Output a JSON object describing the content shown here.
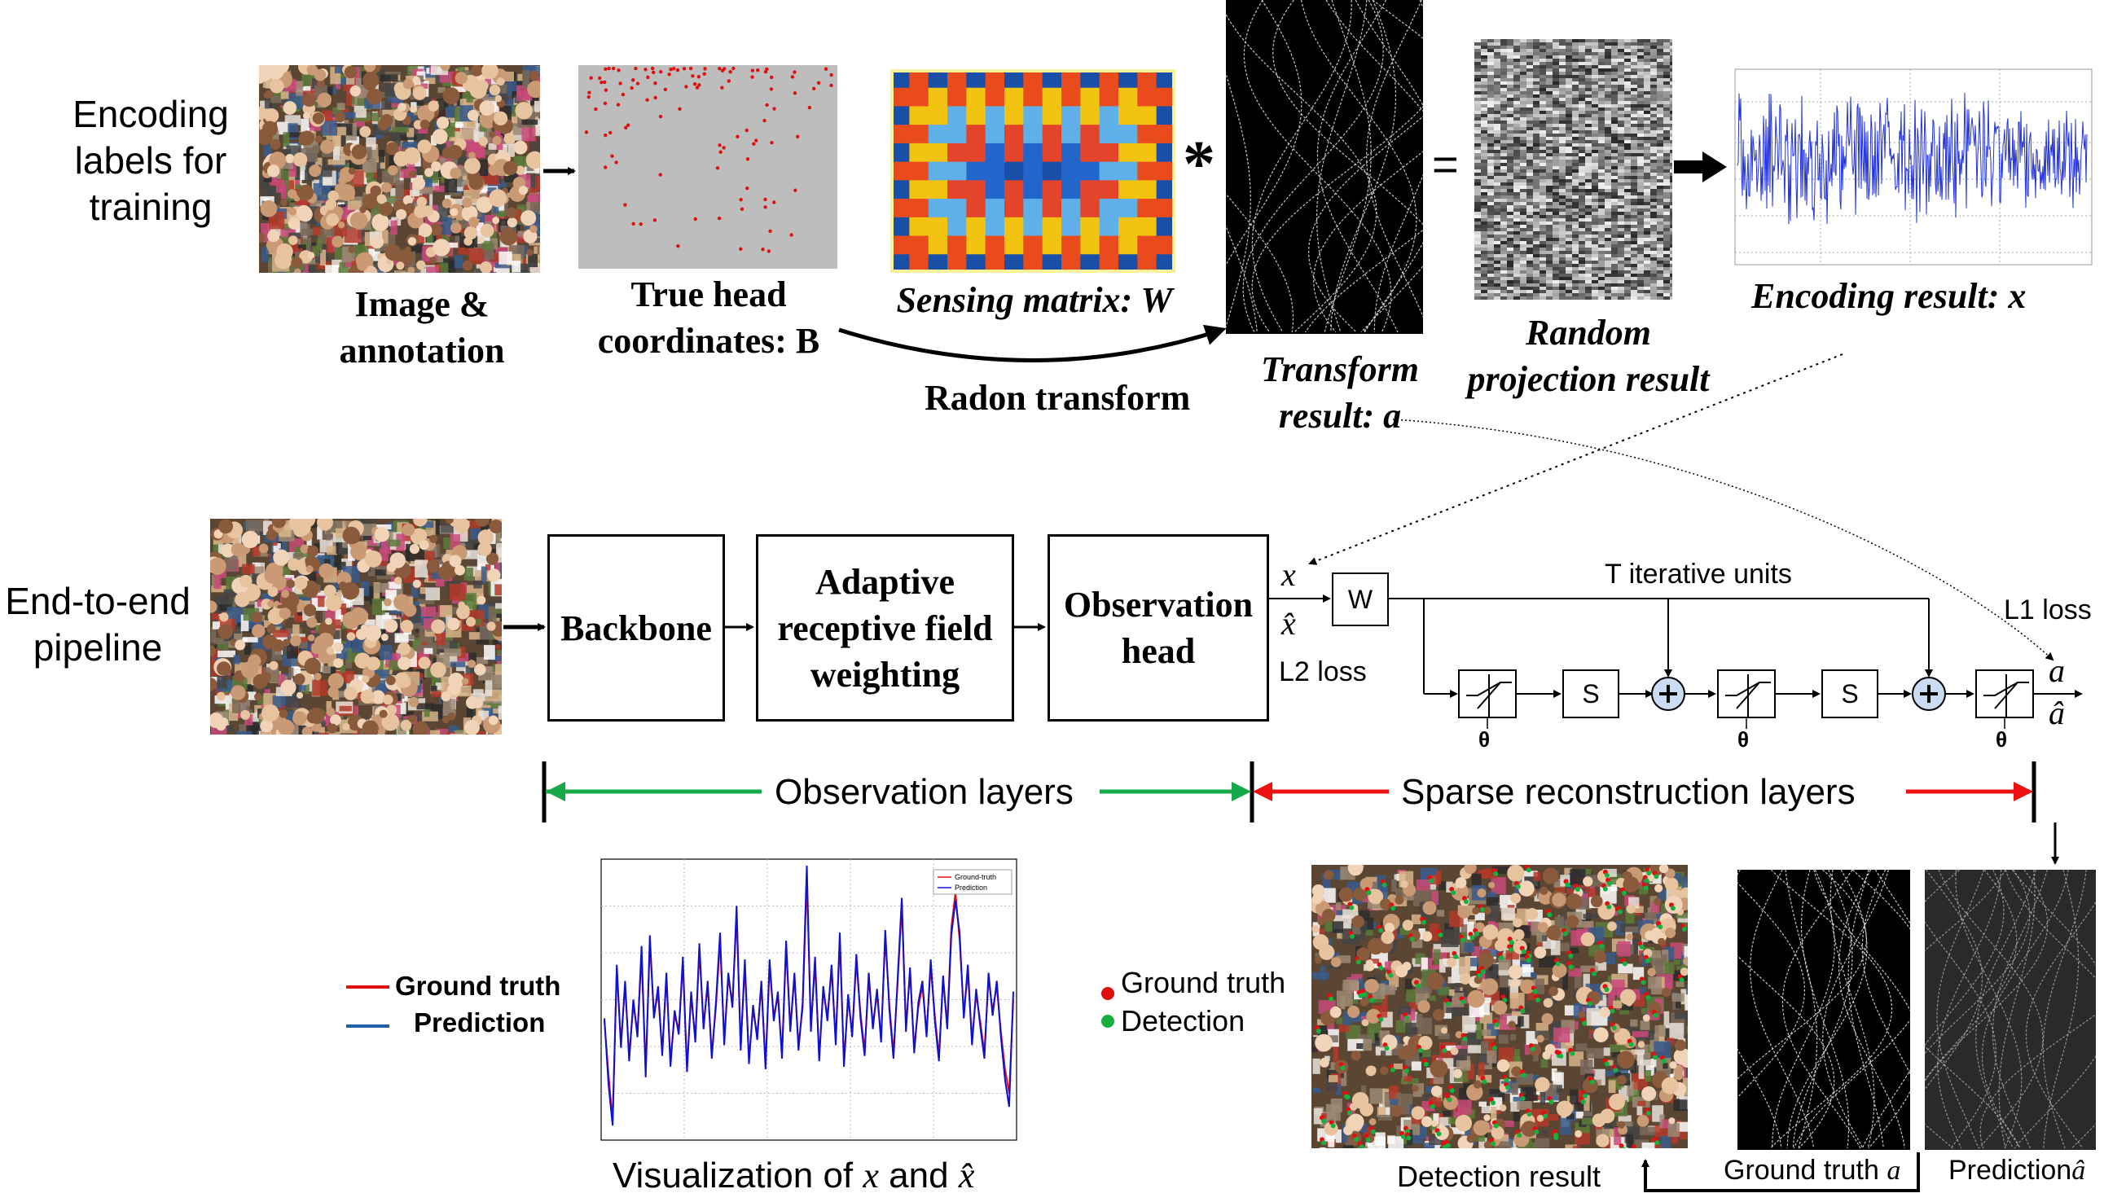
{
  "top": {
    "row_label": "Encoding labels for training",
    "image_caption": "Image & annotation",
    "head_caption": "True head coordinates: B",
    "sensing_caption": "Sensing matrix: W",
    "transform_caption": "Transform result: a",
    "projection_caption": "Random projection result",
    "encoding_caption": "Encoding result: x",
    "radon_label": "Radon transform",
    "star": "*",
    "equals": "="
  },
  "pipeline": {
    "row_label": "End-to-end pipeline",
    "backbone": "Backbone",
    "adaptive": "Adaptive receptive field weighting",
    "observation_head": "Observation head",
    "x_label": "x",
    "xhat_label": "x̂",
    "l2_loss": "L2 loss",
    "w_box": "W",
    "iterative_units": "T iterative units",
    "l1_loss": "L1 loss",
    "a_label": "a",
    "ahat_label": "â",
    "s_box_1": "S",
    "s_box_2": "S",
    "plus": "+",
    "theta_1": "θ",
    "theta_2": "θ",
    "theta_3": "θ",
    "observation_layers": "Observation layers",
    "sparse_layers": "Sparse reconstruction layers"
  },
  "bottom": {
    "legend_gt": "Ground truth",
    "legend_pred": "Prediction",
    "chart_legend_gt": "Ground-truth",
    "chart_legend_pred": "Prediction",
    "viz_caption_pre": "Visualization of",
    "viz_x": "x",
    "viz_and": "and",
    "viz_xhat": "x̂",
    "det_gt": "Ground truth",
    "det_detection": "Detection",
    "detection_caption": "Detection result",
    "gt_a_caption_pre": "Ground truth",
    "gt_a_symbol": "a",
    "pred_a_caption_pre": "Prediction",
    "pred_a_symbol": "â"
  },
  "colors": {
    "ground_truth": "#e01010",
    "prediction": "#1010d0",
    "legend_pred_line": "#1f5fa8",
    "green_arrow": "#16a94a",
    "red_arrow": "#ee1111",
    "plus_fill": "#c9dcf2",
    "encoding_signal": "#2233dd",
    "head_dot": "#dd1111",
    "head_bg": "#bdbdbd"
  },
  "chart_data": {
    "type": "line",
    "x": [
      1,
      2,
      3,
      4,
      5,
      6,
      7,
      8,
      9,
      10,
      11,
      12,
      13,
      14,
      15,
      16,
      17,
      18,
      19,
      20,
      21,
      22,
      23,
      24,
      25,
      26,
      27,
      28,
      29,
      30,
      31,
      32,
      33,
      34,
      35,
      36,
      37,
      38,
      39,
      40,
      41,
      42,
      43,
      44,
      45,
      46,
      47,
      48,
      49,
      50,
      51,
      52,
      53,
      54,
      55,
      56,
      57,
      58,
      59,
      60,
      61,
      62,
      63,
      64,
      65,
      66,
      67,
      68,
      69,
      70,
      71,
      72,
      73,
      74,
      75,
      76,
      77,
      78,
      79,
      80,
      81,
      82,
      83,
      84,
      85,
      86,
      87,
      88,
      89,
      90,
      91,
      92,
      93,
      94,
      95,
      96,
      97,
      98,
      99,
      100
    ],
    "series": [
      {
        "name": "Ground-truth",
        "values": [
          0.42,
          0.22,
          0.05,
          0.61,
          0.34,
          0.55,
          0.29,
          0.48,
          0.38,
          0.66,
          0.24,
          0.71,
          0.45,
          0.52,
          0.31,
          0.58,
          0.27,
          0.44,
          0.39,
          0.63,
          0.25,
          0.51,
          0.36,
          0.68,
          0.41,
          0.55,
          0.3,
          0.47,
          0.72,
          0.35,
          0.58,
          0.49,
          0.81,
          0.33,
          0.62,
          0.28,
          0.46,
          0.37,
          0.55,
          0.26,
          0.62,
          0.44,
          0.51,
          0.3,
          0.69,
          0.4,
          0.58,
          0.33,
          0.47,
          0.95,
          0.4,
          0.63,
          0.29,
          0.53,
          0.44,
          0.61,
          0.35,
          0.72,
          0.27,
          0.5,
          0.38,
          0.64,
          0.45,
          0.31,
          0.58,
          0.41,
          0.52,
          0.36,
          0.73,
          0.48,
          0.3,
          0.56,
          0.85,
          0.4,
          0.6,
          0.32,
          0.47,
          0.55,
          0.38,
          0.62,
          0.44,
          0.29,
          0.57,
          0.41,
          0.77,
          0.9,
          0.72,
          0.45,
          0.6,
          0.35,
          0.52,
          0.42,
          0.3,
          0.58,
          0.46,
          0.55,
          0.38,
          0.24,
          0.15,
          0.5
        ]
      },
      {
        "name": "Prediction",
        "values": [
          0.43,
          0.18,
          0.03,
          0.63,
          0.32,
          0.57,
          0.27,
          0.5,
          0.36,
          0.7,
          0.21,
          0.74,
          0.43,
          0.55,
          0.29,
          0.6,
          0.25,
          0.46,
          0.37,
          0.66,
          0.23,
          0.53,
          0.34,
          0.71,
          0.39,
          0.57,
          0.28,
          0.49,
          0.75,
          0.33,
          0.6,
          0.47,
          0.85,
          0.31,
          0.65,
          0.26,
          0.48,
          0.35,
          0.57,
          0.24,
          0.65,
          0.42,
          0.53,
          0.28,
          0.72,
          0.38,
          0.6,
          0.31,
          0.49,
          1.0,
          0.38,
          0.66,
          0.27,
          0.55,
          0.42,
          0.63,
          0.33,
          0.75,
          0.25,
          0.52,
          0.36,
          0.67,
          0.43,
          0.29,
          0.6,
          0.39,
          0.54,
          0.34,
          0.76,
          0.46,
          0.28,
          0.58,
          0.88,
          0.38,
          0.62,
          0.3,
          0.49,
          0.57,
          0.36,
          0.65,
          0.42,
          0.27,
          0.59,
          0.39,
          0.74,
          0.87,
          0.75,
          0.43,
          0.63,
          0.33,
          0.54,
          0.4,
          0.28,
          0.6,
          0.44,
          0.57,
          0.36,
          0.2,
          0.1,
          0.53
        ]
      }
    ],
    "legend": "top-right",
    "grid": true
  }
}
